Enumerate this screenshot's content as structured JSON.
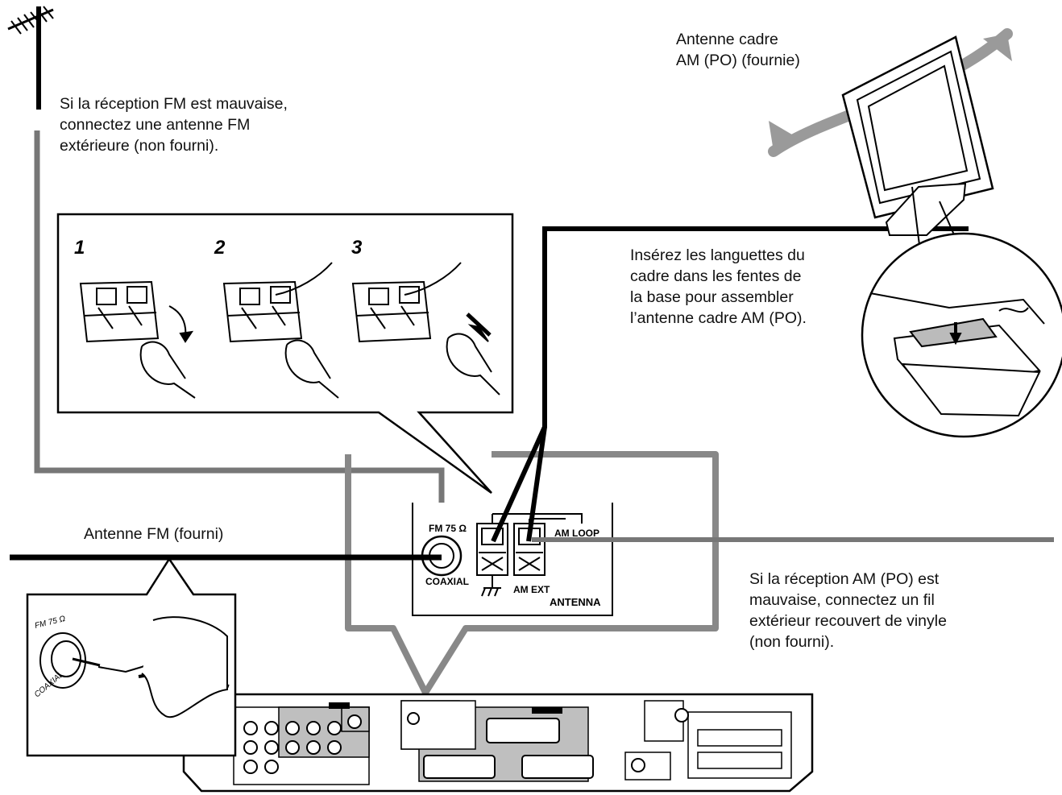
{
  "labels": {
    "am_loop": [
      "Antenne cadre",
      "AM (PO) (fournie)"
    ],
    "fm_indoor": "Antenne FM (fourni)"
  },
  "notes": {
    "fm_outdoor": [
      "Si la réception FM est mauvaise,",
      "connectez une antenne FM",
      "extérieure (non fourni)."
    ],
    "loop_assembly": [
      "Insérez les languettes du",
      "cadre dans les fentes de",
      "la base pour assembler",
      "l’antenne cadre AM (PO)."
    ],
    "am_outdoor": [
      "Si la réception AM (PO) est",
      "mauvaise, connectez un fil",
      "extérieur recouvert de vinyle",
      "(non fourni)."
    ]
  },
  "steps": [
    "1",
    "2",
    "3"
  ],
  "panel_labels": {
    "fm": "FM 75 Ω",
    "coaxial": "COAXIAL",
    "am_loop": "AM LOOP",
    "am_ext": "AM EXT",
    "antenna": "ANTENNA"
  },
  "inset_labels": {
    "fm": "FM 75 Ω",
    "coaxial": "COAXIAL"
  },
  "colors": {
    "cable_gray": "#777777",
    "frame_gray": "#888888",
    "arrow_gray": "#9a9a9a",
    "panel_shade": "#bfbfbf"
  }
}
